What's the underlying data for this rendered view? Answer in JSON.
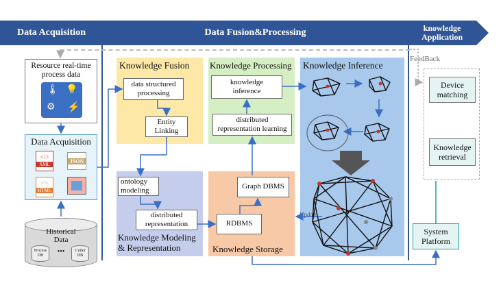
{
  "banners": {
    "acquisition": "Data Acquisition",
    "fusion": "Data Fusion&Processing",
    "application": "knowledge\nApplication"
  },
  "left": {
    "resource_title": "Resource real-time\nprocess data",
    "acq_title": "Data Acquisition",
    "file_xml": "XML",
    "file_json": "JSON",
    "file_html": "HTML",
    "historical": "Historical\nData",
    "db_process": "Process\nDB",
    "db_dots": "•••",
    "db_cutter": "Cutter\nDB"
  },
  "fusion": {
    "title": "Knowledge Fusion",
    "box1": "data structured\nprocessing",
    "box2": "Entity\nLinking"
  },
  "processing": {
    "title": "Knowledge Processing",
    "box1": "knowledge\ninference",
    "box2": "distributed\nrepresentation learning"
  },
  "inference": {
    "title": "Knowledge Inference"
  },
  "modeling": {
    "title": "Knowledge Modeling\n& Representation",
    "box1": "ontology\nmodeling",
    "box2": "distributed\nrepresentation"
  },
  "storage": {
    "title": "Knowledge Storage",
    "box1": "Graph DBMS",
    "box2": "RDBMS",
    "update": "Update"
  },
  "application": {
    "feedback": "FeedBack",
    "box1": "Device\nmatching",
    "box2": "Knowledge\nretrieval",
    "platform": "System\nPlatform"
  },
  "colors": {
    "banner": "#2f5597",
    "fusion_panel": "#fde8a8",
    "processing_panel": "#d6eec4",
    "inference_panel": "#a8c8ec",
    "modeling_panel": "#c4cdeb",
    "storage_panel": "#f8c9a6",
    "app_box": "#e4f4f2"
  }
}
